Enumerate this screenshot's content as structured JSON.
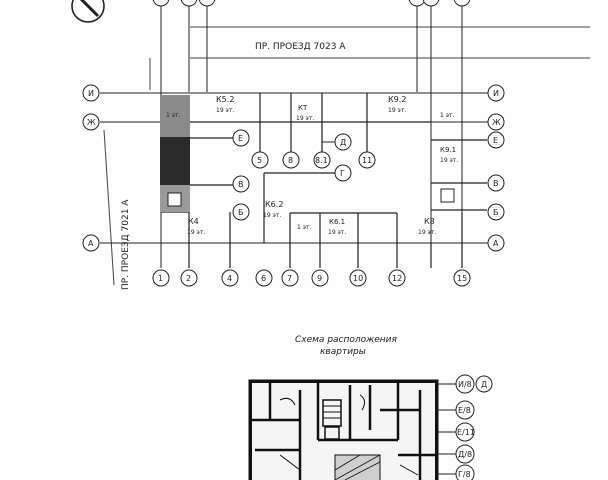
{
  "streets": {
    "top": "ПР. ПРОЕЗД 7023 А",
    "left": "ПР. ПРОЕЗД 7021 А"
  },
  "rows": [
    {
      "key": "И",
      "label": "И"
    },
    {
      "key": "Ж",
      "label": "Ж"
    },
    {
      "key": "Е",
      "label": "Е"
    },
    {
      "key": "Д",
      "label": "Д"
    },
    {
      "key": "Г",
      "label": "Г"
    },
    {
      "key": "В",
      "label": "В"
    },
    {
      "key": "Б",
      "label": "Б"
    },
    {
      "key": "А",
      "label": "А"
    }
  ],
  "columns": [
    "1",
    "2",
    "4",
    "6",
    "7",
    "9",
    "10",
    "12",
    "15"
  ],
  "mid_columns": [
    "5",
    "8",
    "8.1",
    "11"
  ],
  "sections": [
    {
      "key": "k52",
      "code": "К5.2",
      "floors": "19 эт."
    },
    {
      "key": "kt",
      "code": "КТ",
      "floors": "19 эт."
    },
    {
      "key": "k92",
      "code": "К9.2",
      "floors": "19 эт."
    },
    {
      "key": "k91",
      "code": "К9.1",
      "floors": "19 эт."
    },
    {
      "key": "k62",
      "code": "К6.2",
      "floors": "19 эт."
    },
    {
      "key": "k61",
      "code": "К6.1",
      "floors": "19 эт."
    },
    {
      "key": "k4",
      "code": "К4",
      "floors": "19 эт."
    },
    {
      "key": "k8",
      "code": "К8",
      "floors": "19 эт."
    }
  ],
  "one_floor": "1 эт.",
  "scheme_caption": [
    "Схема расположения",
    "квартиры"
  ],
  "plan_bubbles": [
    "И/8",
    "Д",
    "Е/8",
    "Е/11",
    "Д/8",
    "Г/8"
  ]
}
